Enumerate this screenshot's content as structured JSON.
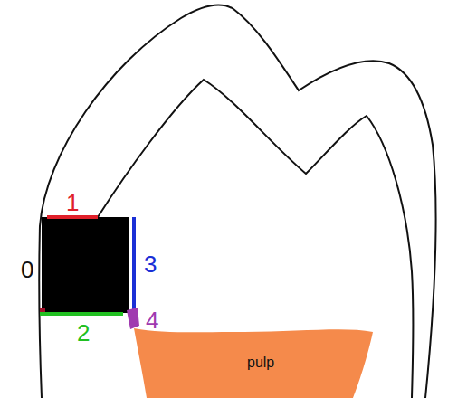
{
  "diagram": {
    "nodes": [
      {
        "text": [
          "pulp"
        ]
      }
    ],
    "labels": [
      "1",
      "0",
      "3",
      "2",
      "4"
    ]
  }
}
